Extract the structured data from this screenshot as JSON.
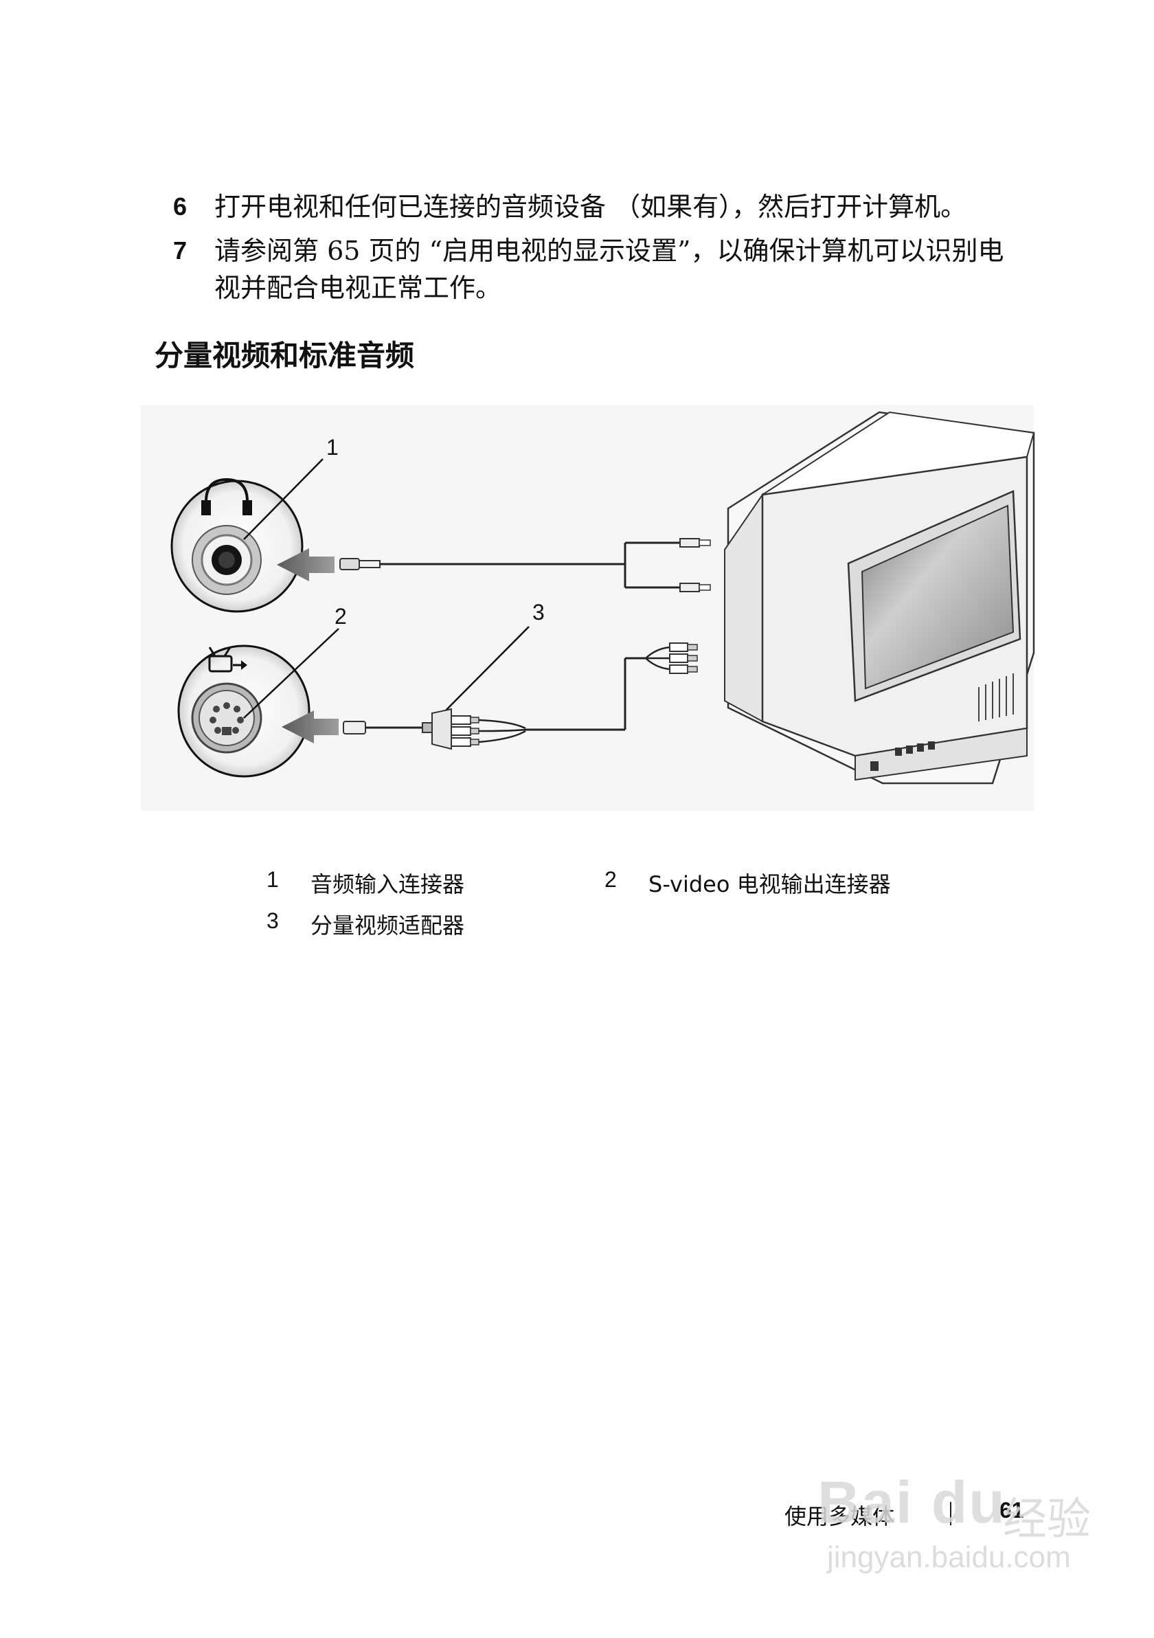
{
  "steps": [
    {
      "number": "6",
      "text": "打开电视和任何已连接的音频设备 （如果有），然后打开计算机。"
    },
    {
      "number": "7",
      "text": "请参阅第 65 页的 “启用电视的显示设置”，以确保计算机可以识别电视并配合电视正常工作。"
    }
  ],
  "section_title": "分量视频和标准音频",
  "figure": {
    "callouts": [
      "1",
      "2",
      "3"
    ]
  },
  "legend": [
    {
      "number": "1",
      "label": "音频输入连接器"
    },
    {
      "number": "2",
      "label": "S-video 电视输出连接器"
    },
    {
      "number": "3",
      "label": "分量视频适配器"
    }
  ],
  "footer": {
    "section": "使用多媒体",
    "page_number": "61"
  },
  "watermark": {
    "brand": "Bai du",
    "cn": "经验",
    "url": "jingyan.baidu.com"
  }
}
